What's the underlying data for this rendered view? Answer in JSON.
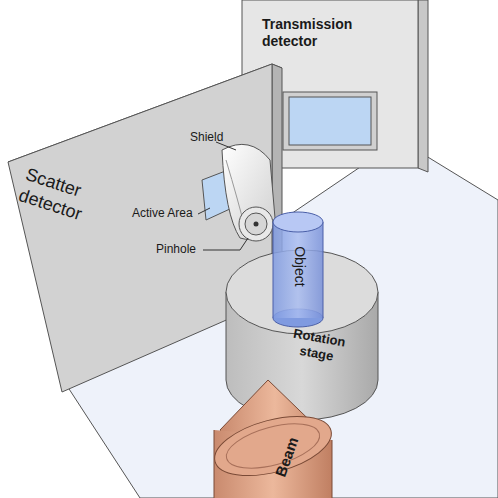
{
  "diagram": {
    "nodes": [
      {
        "text": [
          "Transmission detector"
        ]
      },
      {
        "text": [
          "Scatter detector"
        ]
      },
      {
        "text": [
          "Object"
        ]
      },
      {
        "text": [
          "Rotation stage"
        ]
      },
      {
        "text": [
          "Beam"
        ]
      }
    ],
    "labels": [
      "Shield",
      "Active Area",
      "Pinhole"
    ]
  }
}
